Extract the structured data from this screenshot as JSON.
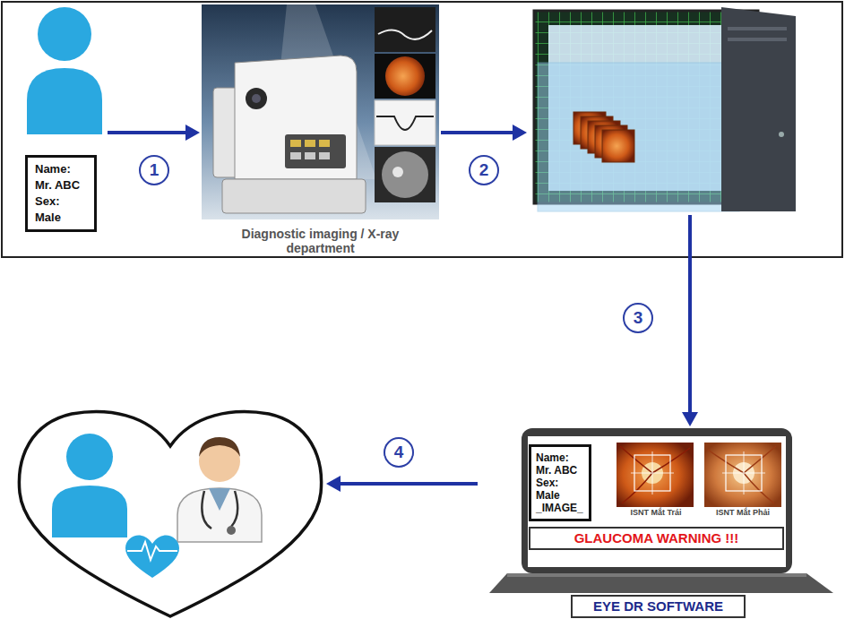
{
  "diagram": {
    "nodes": [
      {
        "text": [
          "Name: Mr. ABC Sex: Male"
        ]
      },
      {
        "text": [
          "Diagnostic imaging / X-ray department"
        ]
      },
      {
        "text": []
      },
      {
        "text": [
          "EYE DR SOFTWARE"
        ]
      },
      {
        "text": [
          "Name: Mr. ABC Sex: Male _IMAGE_"
        ],
        "in": 3
      },
      {
        "text": [
          "GLAUCOMA WARNING !!!"
        ],
        "in": 3
      },
      {
        "text": []
      }
    ],
    "edges": [
      {
        "from": 0,
        "to": 1,
        "arrow": "to",
        "label": "1"
      },
      {
        "from": 1,
        "to": 2,
        "arrow": "to",
        "label": "2"
      },
      {
        "from": 2,
        "to": 3,
        "arrow": "to",
        "label": "3"
      },
      {
        "from": 3,
        "to": 6,
        "arrow": "to",
        "label": "4"
      }
    ],
    "labels": [
      "ISNT Mắt Trái",
      "ISNT Mắt Phải"
    ]
  }
}
